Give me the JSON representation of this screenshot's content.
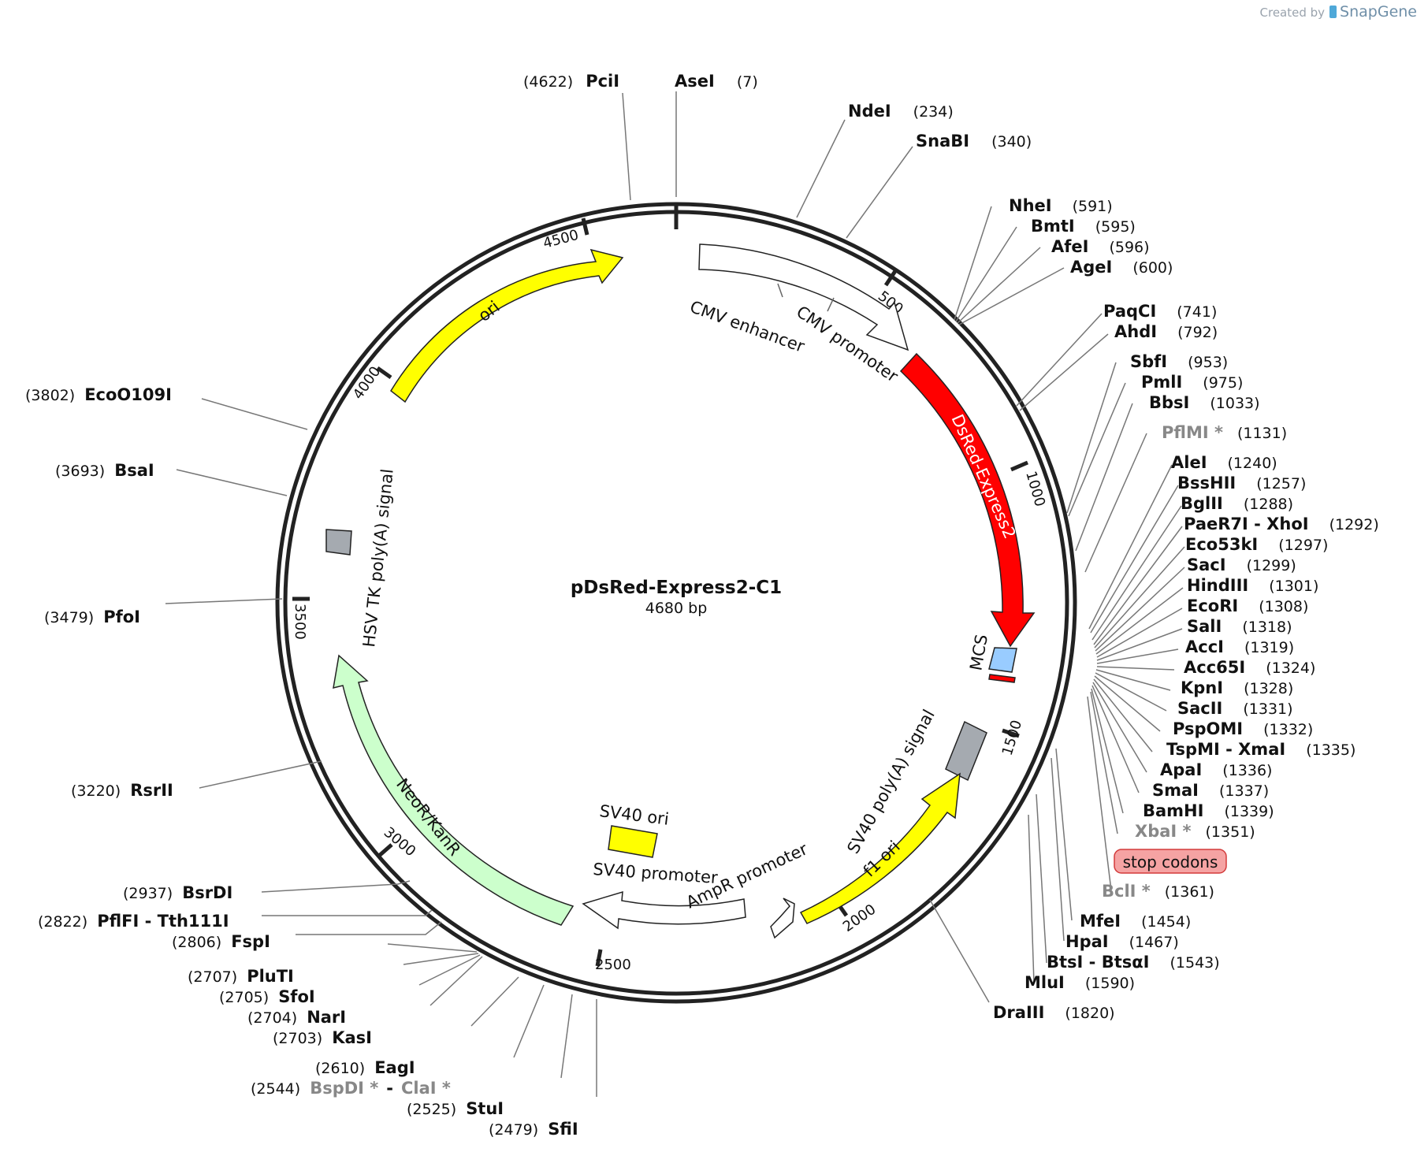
{
  "plasmid": {
    "name": "pDsRed-Express2-C1",
    "size_text": "4680 bp",
    "length": 4680
  },
  "branding": {
    "created_by": "Created by",
    "logo": "SnapGene"
  },
  "ticks": [
    "500",
    "1000",
    "1500",
    "2000",
    "2500",
    "3000",
    "3500",
    "4000",
    "4500"
  ],
  "stop_codons": {
    "label": "stop codons",
    "fill": "#f5a3a3",
    "stroke": "#d33b3b"
  },
  "features": [
    {
      "name": "CMV enhancer",
      "start": 60,
      "end": 440,
      "color": "#ffffff"
    },
    {
      "name": "CMV promoter",
      "start": 440,
      "end": 640,
      "color": "#ffffff"
    },
    {
      "name": "DsRed-Express2",
      "start": 680,
      "end": 1360,
      "color": "#ff0000"
    },
    {
      "name": "MCS",
      "start": 1335,
      "end": 1430,
      "color": "#99ccff"
    },
    {
      "name": "SV40 poly(A) signal",
      "start": 1500,
      "end": 1620,
      "color": "#a5aab0"
    },
    {
      "name": "f1 ori",
      "start": 1640,
      "end": 2080,
      "color": "#ffff00"
    },
    {
      "name": "AmpR promoter",
      "start": 2080,
      "end": 2180,
      "color": "#ffffff"
    },
    {
      "name": "SV40 promoter",
      "start": 2180,
      "end": 2540,
      "color": "#ffffff"
    },
    {
      "name": "SV40 ori",
      "start": 2400,
      "end": 2530,
      "color": "#ffff00"
    },
    {
      "name": "NeoR/KanR",
      "start": 2590,
      "end": 3400,
      "color": "#ccffcc"
    },
    {
      "name": "HSV TK poly(A) signal",
      "start": 3600,
      "end": 3650,
      "color": "#a5aab0"
    },
    {
      "name": "ori",
      "start": 3990,
      "end": 4580,
      "color": "#ffff00"
    }
  ],
  "sites": [
    {
      "name": "AseI",
      "pos": "(7)",
      "bp": 7
    },
    {
      "name": "NdeI",
      "pos": "(234)",
      "bp": 234
    },
    {
      "name": "SnaBI",
      "pos": "(340)",
      "bp": 340
    },
    {
      "name": "NheI",
      "pos": "(591)",
      "bp": 591
    },
    {
      "name": "BmtI",
      "pos": "(595)",
      "bp": 595
    },
    {
      "name": "AfeI",
      "pos": "(596)",
      "bp": 596
    },
    {
      "name": "AgeI",
      "pos": "(600)",
      "bp": 600
    },
    {
      "name": "PaqCI",
      "pos": "(741)",
      "bp": 741
    },
    {
      "name": "AhdI",
      "pos": "(792)",
      "bp": 792
    },
    {
      "name": "SbfI",
      "pos": "(953)",
      "bp": 953
    },
    {
      "name": "PmlI",
      "pos": "(975)",
      "bp": 975
    },
    {
      "name": "BbsI",
      "pos": "(1033)",
      "bp": 1033
    },
    {
      "name": "PflMI *",
      "pos": "(1131)",
      "bp": 1131,
      "grey": true
    },
    {
      "name": "AleI",
      "pos": "(1240)",
      "bp": 1240
    },
    {
      "name": "BssHII",
      "pos": "(1257)",
      "bp": 1257
    },
    {
      "name": "BglII",
      "pos": "(1288)",
      "bp": 1288
    },
    {
      "name": "PaeR7I  - XhoI",
      "pos": "(1292)",
      "bp": 1292
    },
    {
      "name": "Eco53kI",
      "pos": "(1297)",
      "bp": 1297
    },
    {
      "name": "SacI",
      "pos": "(1299)",
      "bp": 1299
    },
    {
      "name": "HindIII",
      "pos": "(1301)",
      "bp": 1301
    },
    {
      "name": "EcoRI",
      "pos": "(1308)",
      "bp": 1308
    },
    {
      "name": "SalI",
      "pos": "(1318)",
      "bp": 1318
    },
    {
      "name": "AccI",
      "pos": "(1319)",
      "bp": 1319
    },
    {
      "name": "Acc65I",
      "pos": "(1324)",
      "bp": 1324
    },
    {
      "name": "KpnI",
      "pos": "(1328)",
      "bp": 1328
    },
    {
      "name": "SacII",
      "pos": "(1331)",
      "bp": 1331
    },
    {
      "name": "PspOMI",
      "pos": "(1332)",
      "bp": 1332
    },
    {
      "name": "TspMI  - XmaI",
      "pos": "(1335)",
      "bp": 1335
    },
    {
      "name": "ApaI",
      "pos": "(1336)",
      "bp": 1336
    },
    {
      "name": "SmaI",
      "pos": "(1337)",
      "bp": 1337
    },
    {
      "name": "BamHI",
      "pos": "(1339)",
      "bp": 1339
    },
    {
      "name": "XbaI *",
      "pos": "(1351)",
      "bp": 1351,
      "grey": true
    },
    {
      "name": "BclI *",
      "pos": "(1361)",
      "bp": 1361,
      "grey": true
    },
    {
      "name": "MfeI",
      "pos": "(1454)",
      "bp": 1454
    },
    {
      "name": "HpaI",
      "pos": "(1467)",
      "bp": 1467
    },
    {
      "name": "BtsI  - BtsαI",
      "pos": "(1543)",
      "bp": 1543
    },
    {
      "name": "MluI",
      "pos": "(1590)",
      "bp": 1590
    },
    {
      "name": "DraIII",
      "pos": "(1820)",
      "bp": 1820
    },
    {
      "name": "SfiI",
      "pos": "(2479)",
      "bp": 2479
    },
    {
      "name": "StuI",
      "pos": "(2525)",
      "bp": 2525
    },
    {
      "name": "BspDI *",
      "pos": "(2544)",
      "bp": 2544,
      "grey": true
    },
    {
      "name": "ClaI *",
      "pos": "",
      "bp": 2544,
      "grey": true
    },
    {
      "name": "EagI",
      "pos": "(2610)",
      "bp": 2610
    },
    {
      "name": "KasI",
      "pos": "(2703)",
      "bp": 2703
    },
    {
      "name": "NarI",
      "pos": "(2704)",
      "bp": 2704
    },
    {
      "name": "SfoI",
      "pos": "(2705)",
      "bp": 2705
    },
    {
      "name": "PluTI",
      "pos": "(2707)",
      "bp": 2707
    },
    {
      "name": "FspI",
      "pos": "(2806)",
      "bp": 2806
    },
    {
      "name": "PflFI  - Tth111I",
      "pos": "(2822)",
      "bp": 2822
    },
    {
      "name": "BsrDI",
      "pos": "(2937)",
      "bp": 2937
    },
    {
      "name": "RsrII",
      "pos": "(3220)",
      "bp": 3220
    },
    {
      "name": "PfoI",
      "pos": "(3479)",
      "bp": 3479
    },
    {
      "name": "BsaI",
      "pos": "(3693)",
      "bp": 3693
    },
    {
      "name": "EcoO109I",
      "pos": "(3802)",
      "bp": 3802
    },
    {
      "name": "PciI",
      "pos": "(4622)",
      "bp": 4622
    }
  ]
}
